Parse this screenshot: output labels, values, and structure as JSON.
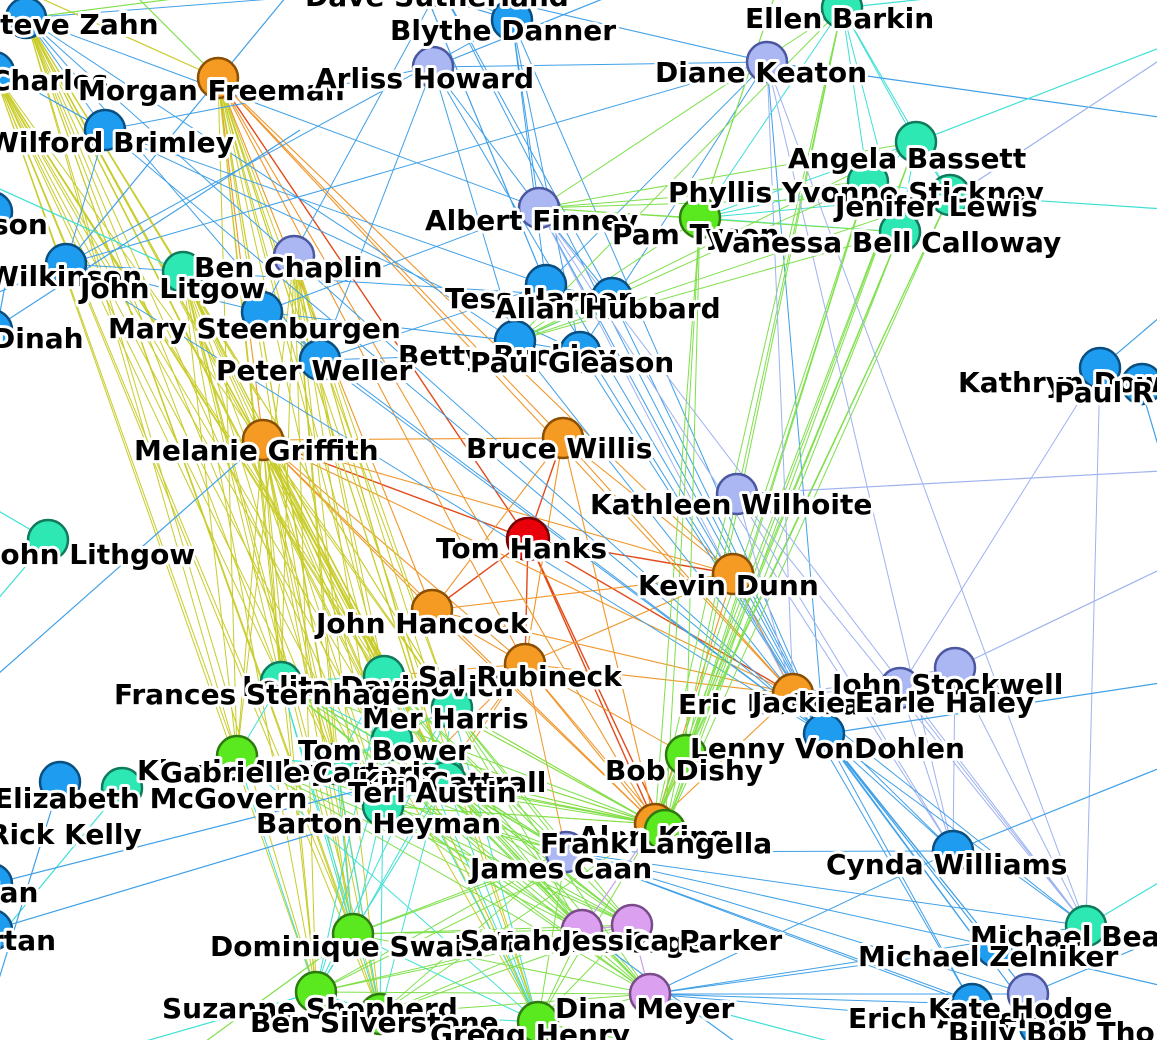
{
  "palette": {
    "center": "#e8000b",
    "orange": "#f59a23",
    "periwinkle": "#aab7f2",
    "blue": "#1e9cf0",
    "teal": "#2ee8b4",
    "green": "#5ae81e",
    "violet": "#dca0f0"
  },
  "nodes": [
    {
      "id": "dave-sutherland",
      "label": "Dave Sutherland",
      "group": "blue"
    },
    {
      "id": "ellen-barkin",
      "label": "Ellen Barkin",
      "group": "teal"
    },
    {
      "id": "steve-zahn",
      "label": "Steve Zahn",
      "group": "blue"
    },
    {
      "id": "blythe-danner",
      "label": "Blythe Danner",
      "group": "blue"
    },
    {
      "id": "charles",
      "label": "Charles",
      "group": "blue"
    },
    {
      "id": "morgan-freeman",
      "label": "Morgan Freeman",
      "group": "orange"
    },
    {
      "id": "arliss-howard",
      "label": "Arliss Howard",
      "group": "periwinkle"
    },
    {
      "id": "diane-keaton",
      "label": "Diane Keaton",
      "group": "periwinkle"
    },
    {
      "id": "wilford-brimley",
      "label": "Wilford Brimley",
      "group": "blue"
    },
    {
      "id": "angela-bassett",
      "label": "Angela Bassett",
      "group": "teal"
    },
    {
      "id": "phyllis-stickney",
      "label": "Phyllis Yvonne Stickney",
      "group": "teal"
    },
    {
      "id": "jenifer-lewis",
      "label": "Jenifer Lewis",
      "group": "teal"
    },
    {
      "id": "albert-finney",
      "label": "Albert Finney",
      "group": "periwinkle"
    },
    {
      "id": "pam-tyson",
      "label": "Pam Tyson",
      "group": "green"
    },
    {
      "id": "vanessa-calloway",
      "label": "Vanessa Bell Calloway",
      "group": "teal"
    },
    {
      "id": "son-left",
      "label": "son",
      "group": "blue"
    },
    {
      "id": "wilkinson",
      "label": "Wilkinson",
      "group": "blue"
    },
    {
      "id": "john-litgow",
      "label": "John Litgow",
      "group": "teal"
    },
    {
      "id": "ben-chaplin",
      "label": "Ben Chaplin",
      "group": "periwinkle"
    },
    {
      "id": "tess-harper",
      "label": "Tess Harper",
      "group": "blue"
    },
    {
      "id": "allan-hubbard",
      "label": "Allan Hubbard",
      "group": "blue"
    },
    {
      "id": "mary-steenburgen",
      "label": "Mary Steenburgen",
      "group": "blue"
    },
    {
      "id": "dinah",
      "label": "Dinah",
      "group": "blue"
    },
    {
      "id": "betty-buckley",
      "label": "Betty Buckley",
      "group": "blue"
    },
    {
      "id": "paul-gleason",
      "label": "Paul Gleason",
      "group": "blue"
    },
    {
      "id": "peter-weller",
      "label": "Peter Weller",
      "group": "blue"
    },
    {
      "id": "kathryn-dowling",
      "label": "Kathryn Dowling",
      "group": "blue"
    },
    {
      "id": "paul-right",
      "label": "Paul R",
      "group": "blue"
    },
    {
      "id": "melanie-griffith",
      "label": "Melanie Griffith",
      "group": "orange"
    },
    {
      "id": "bruce-willis",
      "label": "Bruce Willis",
      "group": "orange"
    },
    {
      "id": "kathleen-wilhoite",
      "label": "Kathleen Wilhoite",
      "group": "periwinkle"
    },
    {
      "id": "john-lithgow",
      "label": "John Lithgow",
      "group": "teal"
    },
    {
      "id": "tom-hanks",
      "label": "Tom Hanks",
      "group": "center"
    },
    {
      "id": "kevin-dunn",
      "label": "Kevin Dunn",
      "group": "orange"
    },
    {
      "id": "john-hancock",
      "label": "John Hancock",
      "group": "orange"
    },
    {
      "id": "lolita-davidovich",
      "label": "Lolita Davidovich",
      "group": "teal"
    },
    {
      "id": "sal-rubineck",
      "label": "Sal Rubineck",
      "group": "orange"
    },
    {
      "id": "john-stockwell",
      "label": "John Stockwell",
      "group": "periwinkle"
    },
    {
      "id": "frances-sternhagen",
      "label": "Frances Sternhagen",
      "group": "teal"
    },
    {
      "id": "eric-hoffman",
      "label": "Eric Hoffman",
      "group": "orange"
    },
    {
      "id": "jackie-earle-haley",
      "label": "Jackie Earle Haley",
      "group": "periwinkle"
    },
    {
      "id": "mer-harris",
      "label": "Mer Harris",
      "group": "teal"
    },
    {
      "id": "lenny-vondohlen",
      "label": "Lenny VonDohlen",
      "group": "blue"
    },
    {
      "id": "tom-bower",
      "label": "Tom Bower",
      "group": "teal"
    },
    {
      "id": "kirstie-alley",
      "label": "Kirstie Alley",
      "group": "green"
    },
    {
      "id": "gabrielle-carteris",
      "label": "Gabrielle Carteris",
      "group": "teal"
    },
    {
      "id": "kim-cattrall",
      "label": "Kim Cattrall",
      "group": "teal"
    },
    {
      "id": "bob-dishy",
      "label": "Bob Dishy",
      "group": "green"
    },
    {
      "id": "elizabeth-mcgovern",
      "label": "Elizabeth McGovern",
      "group": "teal"
    },
    {
      "id": "teri-austin",
      "label": "Teri Austin",
      "group": "teal"
    },
    {
      "id": "rick-kelly",
      "label": "Rick Kelly",
      "group": "blue"
    },
    {
      "id": "barton-heyman",
      "label": "Barton Heyman",
      "group": "teal"
    },
    {
      "id": "alan-king",
      "label": "Alan King",
      "group": "orange"
    },
    {
      "id": "frank-langella",
      "label": "Frank Langella",
      "group": "green"
    },
    {
      "id": "james-caan",
      "label": "James Caan",
      "group": "periwinkle"
    },
    {
      "id": "cynda-williams",
      "label": "Cynda Williams",
      "group": "blue"
    },
    {
      "id": "ian",
      "label": "ian",
      "group": "blue"
    },
    {
      "id": "artan",
      "label": "rtan",
      "group": "blue"
    },
    {
      "id": "dominique-swain",
      "label": "Dominique Swain",
      "group": "green"
    },
    {
      "id": "nicholas-cage",
      "label": "Nicholas Cage",
      "group": "violet"
    },
    {
      "id": "sarah-jessica-parker",
      "label": "Sarah Jessica Parker",
      "group": "violet"
    },
    {
      "id": "michael-beach",
      "label": "Michael Beach",
      "group": "teal"
    },
    {
      "id": "michael-zelniker",
      "label": "Michael Zelniker",
      "group": "blue"
    },
    {
      "id": "suzanne-shepherd",
      "label": "Suzanne Shepherd",
      "group": "green"
    },
    {
      "id": "ben-silverstone",
      "label": "Ben Silverstone",
      "group": "green"
    },
    {
      "id": "dina-meyer",
      "label": "Dina Meyer",
      "group": "violet"
    },
    {
      "id": "gregg-henry",
      "label": "Gregg Henry",
      "group": "green"
    },
    {
      "id": "erich-anderson",
      "label": "Erich Anderson",
      "group": "blue"
    },
    {
      "id": "kate-hodge",
      "label": "Kate Hodge",
      "group": "periwinkle"
    },
    {
      "id": "billy-bob-thornton",
      "label": "Billy Bob Thornton",
      "group": "blue"
    }
  ]
}
